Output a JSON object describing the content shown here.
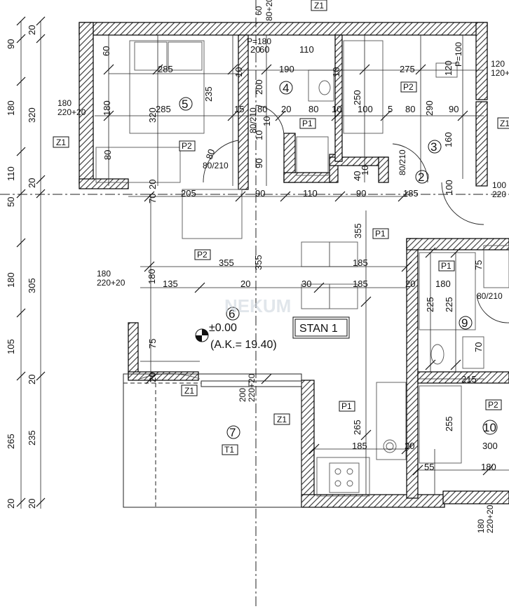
{
  "plan": {
    "unit_label": "STAN 1",
    "level_text": "±0.00",
    "ak_text": "(A.K.= 19.40)",
    "watermark": "NEKUM",
    "rooms": [
      {
        "id": "5",
        "floor": "P2"
      },
      {
        "id": "4",
        "floor": "P1"
      },
      {
        "id": "3",
        "floor": "P2"
      },
      {
        "id": "2",
        "floor": "P1"
      },
      {
        "id": "6",
        "floor": "P2"
      },
      {
        "id": "9",
        "floor": "P1"
      },
      {
        "id": "10",
        "floor": "P2"
      },
      {
        "id": "7",
        "floor": "T1"
      }
    ],
    "wall_tags": [
      "Z1",
      "Z1",
      "Z1",
      "Z1",
      "Z1"
    ],
    "door_labels": [
      "80/210",
      "80/210",
      "80/210",
      "80/210"
    ],
    "window_labels": [
      "180\n220+20",
      "180\n220+20",
      "200\n220+20",
      "180\n220+20",
      "P=180",
      "P=100",
      "120\n120+20",
      "100\n220"
    ],
    "left_chain_outer": [
      "90",
      "180",
      "110",
      "50",
      "180",
      "105",
      "265",
      "20"
    ],
    "left_chain_inner": [
      "20",
      "320",
      "20",
      "305",
      "20",
      "235",
      "20"
    ],
    "top_left_dims": [
      "60",
      "80+20"
    ],
    "interior_dims": [
      "60",
      "20",
      "60",
      "110",
      "285",
      "10",
      "190",
      "10",
      "275",
      "120",
      "235",
      "200",
      "250",
      "15",
      "80",
      "20",
      "80",
      "10",
      "100",
      "5",
      "80",
      "290",
      "90",
      "285",
      "320",
      "180",
      "10",
      "160",
      "90",
      "80",
      "80",
      "40",
      "10",
      "20",
      "205",
      "90",
      "110",
      "90",
      "185",
      "100",
      "70",
      "355",
      "355",
      "185",
      "P1",
      "180",
      "135",
      "20",
      "30",
      "185",
      "20",
      "180",
      "225",
      "225",
      "75",
      "20",
      "355",
      "75",
      "70",
      "215",
      "255",
      "265",
      "185",
      "20",
      "300",
      "55",
      "180",
      "10"
    ]
  }
}
